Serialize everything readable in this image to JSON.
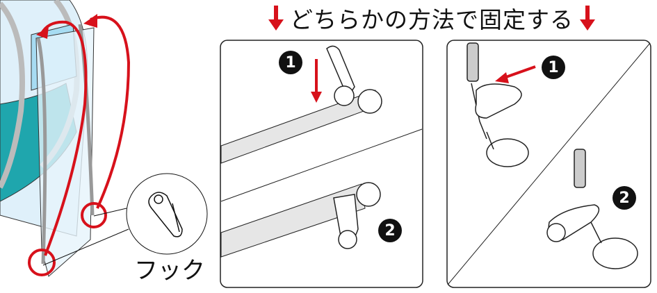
{
  "heading": "どちらかの方法で固定する",
  "hook_label": "フック",
  "panel_a": {
    "step1": "1",
    "step2": "2"
  },
  "panel_b": {
    "step1": "1",
    "step2": "2"
  },
  "colors": {
    "accent_red": "#d7111b",
    "cover_teal": "#1fa6ad",
    "cover_light": "#d9eef8",
    "outline": "#222222"
  }
}
